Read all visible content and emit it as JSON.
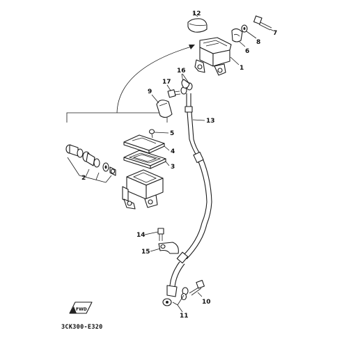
{
  "diagram": {
    "code": "3CK300-E320",
    "callouts": {
      "p1": "1",
      "p2": "2",
      "p3": "3",
      "p4": "4",
      "p5": "5",
      "p6": "6",
      "p7": "7",
      "p8": "8",
      "p9": "9",
      "p10": "10",
      "p11": "11",
      "p12": "12",
      "p13": "13",
      "p14": "14",
      "p15": "15",
      "p16": "16",
      "p17": "17"
    },
    "fwd_badge": "FWD",
    "line_color": "#1a1a1a",
    "background": "#ffffff"
  }
}
